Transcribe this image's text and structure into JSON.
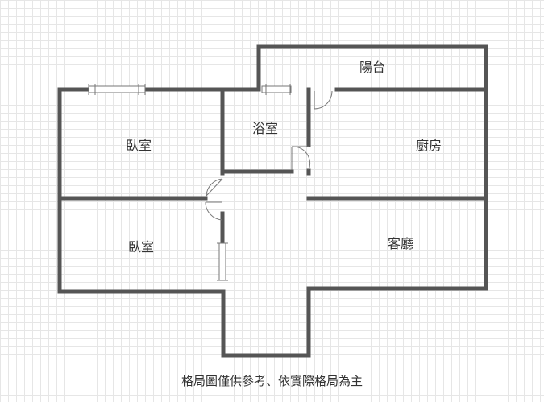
{
  "rooms": {
    "balcony": "陽台",
    "bathroom": "浴室",
    "bedroom_top": "臥室",
    "kitchen": "廚房",
    "bedroom_bottom": "臥室",
    "living_room": "客廳"
  },
  "caption": "格局圖僅供參考、依實際格局為主",
  "colors": {
    "wall": "#555555",
    "grid": "#e6e6e6"
  }
}
